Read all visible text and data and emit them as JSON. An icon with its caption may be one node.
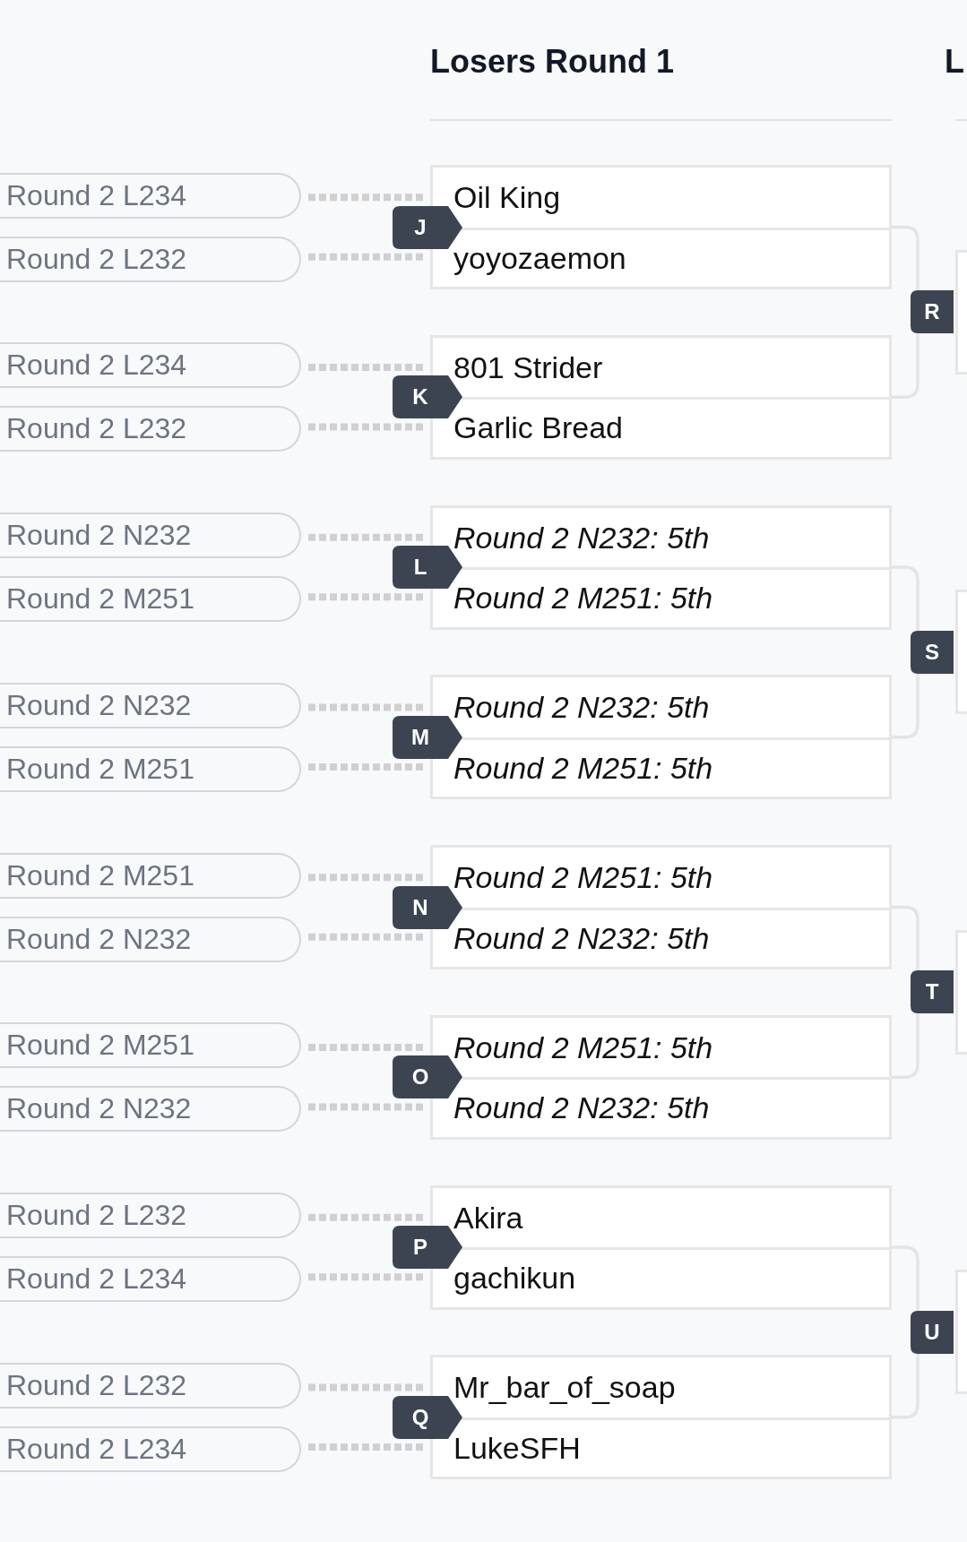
{
  "diagram": {
    "nodes": [
      {
        "text": [
          "Round 2 L234"
        ]
      },
      {
        "text": [
          "Round 2 L232"
        ]
      },
      {
        "text": [
          "J"
        ]
      },
      {
        "text": [
          "Oil King",
          "yoyozaemon"
        ]
      },
      {
        "text": [
          "Round 2 L234"
        ]
      },
      {
        "text": [
          "Round 2 L232"
        ]
      },
      {
        "text": [
          "K"
        ]
      },
      {
        "text": [
          "801 Strider",
          "Garlic Bread"
        ]
      },
      {
        "text": [
          "Round 2 N232"
        ]
      },
      {
        "text": [
          "Round 2 M251"
        ]
      },
      {
        "text": [
          "L"
        ]
      },
      {
        "text": [
          "Round 2 N232: 5th",
          "Round 2 M251: 5th"
        ]
      },
      {
        "text": [
          "Round 2 N232"
        ]
      },
      {
        "text": [
          "Round 2 M251"
        ]
      },
      {
        "text": [
          "M"
        ]
      },
      {
        "text": [
          "Round 2 N232: 5th",
          "Round 2 M251: 5th"
        ]
      },
      {
        "text": [
          "Round 2 M251"
        ]
      },
      {
        "text": [
          "Round 2 N232"
        ]
      },
      {
        "text": [
          "N"
        ]
      },
      {
        "text": [
          "Round 2 M251: 5th",
          "Round 2 N232: 5th"
        ]
      },
      {
        "text": [
          "Round 2 M251"
        ]
      },
      {
        "text": [
          "Round 2 N232"
        ]
      },
      {
        "text": [
          "O"
        ]
      },
      {
        "text": [
          "Round 2 M251: 5th",
          "Round 2 N232: 5th"
        ]
      },
      {
        "text": [
          "Round 2 L232"
        ]
      },
      {
        "text": [
          "Round 2 L234"
        ]
      },
      {
        "text": [
          "P"
        ]
      },
      {
        "text": [
          "Akira",
          "gachikun"
        ]
      },
      {
        "text": [
          "Round 2 L232"
        ]
      },
      {
        "text": [
          "Round 2 L234"
        ]
      },
      {
        "text": [
          "Q"
        ]
      },
      {
        "text": [
          "Mr_bar_of_soap",
          "LukeSFH"
        ]
      },
      {
        "text": [
          "R"
        ]
      },
      {
        "text": [],
        "shape": "box"
      },
      {
        "text": [
          "S"
        ]
      },
      {
        "text": [],
        "shape": "box"
      },
      {
        "text": [
          "T"
        ]
      },
      {
        "text": [],
        "shape": "box"
      },
      {
        "text": [
          "U"
        ]
      },
      {
        "text": [],
        "shape": "box"
      }
    ],
    "edges": [
      {
        "from": 0,
        "to": 3,
        "arrow": "none",
        "style": "dashed"
      },
      {
        "from": 1,
        "to": 3,
        "arrow": "none",
        "style": "dashed"
      },
      {
        "from": 4,
        "to": 7,
        "arrow": "none",
        "style": "dashed"
      },
      {
        "from": 5,
        "to": 7,
        "arrow": "none",
        "style": "dashed"
      },
      {
        "from": 8,
        "to": 11,
        "arrow": "none",
        "style": "dashed"
      },
      {
        "from": 9,
        "to": 11,
        "arrow": "none",
        "style": "dashed"
      },
      {
        "from": 12,
        "to": 15,
        "arrow": "none",
        "style": "dashed"
      },
      {
        "from": 13,
        "to": 15,
        "arrow": "none",
        "style": "dashed"
      },
      {
        "from": 16,
        "to": 19,
        "arrow": "none",
        "style": "dashed"
      },
      {
        "from": 17,
        "to": 19,
        "arrow": "none",
        "style": "dashed"
      },
      {
        "from": 20,
        "to": 23,
        "arrow": "none",
        "style": "dashed"
      },
      {
        "from": 21,
        "to": 23,
        "arrow": "none",
        "style": "dashed"
      },
      {
        "from": 24,
        "to": 27,
        "arrow": "none",
        "style": "dashed"
      },
      {
        "from": 25,
        "to": 27,
        "arrow": "none",
        "style": "dashed"
      },
      {
        "from": 28,
        "to": 31,
        "arrow": "none",
        "style": "dashed"
      },
      {
        "from": 29,
        "to": 31,
        "arrow": "none",
        "style": "dashed"
      },
      {
        "from": 3,
        "to": 32,
        "arrow": "none",
        "color": "#e4e4e4"
      },
      {
        "from": 7,
        "to": 32,
        "arrow": "none",
        "color": "#e4e4e4"
      },
      {
        "from": 11,
        "to": 34,
        "arrow": "none",
        "color": "#e4e4e4"
      },
      {
        "from": 15,
        "to": 34,
        "arrow": "none",
        "color": "#e4e4e4"
      },
      {
        "from": 19,
        "to": 36,
        "arrow": "none",
        "color": "#e4e4e4"
      },
      {
        "from": 23,
        "to": 36,
        "arrow": "none",
        "color": "#e4e4e4"
      },
      {
        "from": 27,
        "to": 38,
        "arrow": "none",
        "color": "#e4e4e4"
      },
      {
        "from": 31,
        "to": 38,
        "arrow": "none",
        "color": "#e4e4e4"
      }
    ],
    "labels": [
      "Losers Round 1",
      "L"
    ]
  }
}
